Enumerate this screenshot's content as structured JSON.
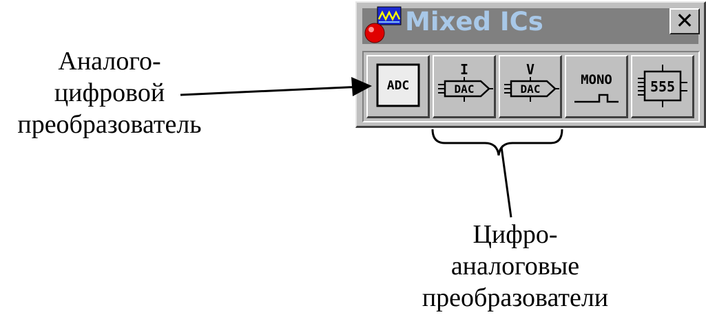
{
  "annotations": {
    "adc_caption": [
      "Аналого-",
      "цифровой",
      "преобразователь"
    ],
    "dac_caption": [
      "Цифро-",
      "аналоговые",
      "преобразователи"
    ]
  },
  "window": {
    "title": "Mixed ICs",
    "close_label": "✕",
    "icons": {
      "app": "mixed-ics-app-icon",
      "close": "close-icon"
    }
  },
  "toolbar": {
    "buttons": [
      {
        "id": "adc",
        "label": "ADC",
        "icon": "adc-icon"
      },
      {
        "id": "idac",
        "top_label": "I",
        "label": "DAC",
        "icon": "current-dac-icon"
      },
      {
        "id": "vdac",
        "top_label": "V",
        "label": "DAC",
        "icon": "voltage-dac-icon"
      },
      {
        "id": "mono",
        "label": "MONO",
        "icon": "monostable-icon"
      },
      {
        "id": "timer555",
        "label": "555",
        "icon": "timer-555-icon"
      }
    ]
  },
  "colors": {
    "panel": "#c0c0c0",
    "titlebar": "#808080",
    "title_text": "#a8c8e8",
    "icon_red": "#e00000",
    "icon_blue": "#1c2ad0"
  }
}
